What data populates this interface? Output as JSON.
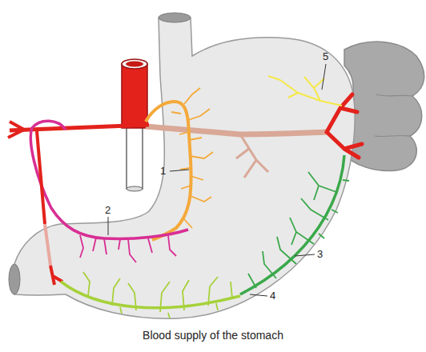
{
  "diagram": {
    "caption": "Blood supply of the stomach",
    "labels": [
      "1",
      "2",
      "3",
      "4",
      "5"
    ]
  }
}
